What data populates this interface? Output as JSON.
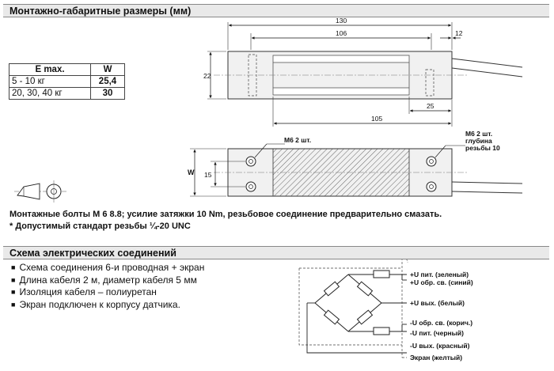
{
  "section1": {
    "title": "Монтажно-габаритные размеры (мм)"
  },
  "table": {
    "headers": [
      "E max.",
      "W"
    ],
    "rows": [
      {
        "range": "5 - 10 кг",
        "w": "25,4"
      },
      {
        "range": "20, 30, 40 кг",
        "w": "30"
      }
    ]
  },
  "dimensions": {
    "d130": "130",
    "d106": "106",
    "d12": "12",
    "d22": "22",
    "d25": "25",
    "d105": "105",
    "dW": "W",
    "d15": "15"
  },
  "thread_labels": {
    "left": "M6  2 шт.",
    "right": [
      "M6 2 шт.",
      "глубина",
      "резьбы 10"
    ]
  },
  "notes": {
    "bolts": "Монтажные болты  M 6 8.8; усилие затяжки 10 Nm, резьбовое соединение предварительно смазать.",
    "thread": "*  Допустимый стандарт резьбы  ¼-20 UNC"
  },
  "section2": {
    "title": "Схема электрических соединений"
  },
  "bullets": [
    "Схема соединения 6-и проводная + экран",
    "Длина кабеля 2 м, диаметр кабеля 5 мм",
    "Изоляция кабеля – полиуретан",
    "Экран подключен к корпусу датчика."
  ],
  "wires": [
    "+U пит. (зеленый)",
    "+U обр. св. (синий)",
    "+U вых. (белый)",
    "-U обр. св. (корич.)",
    "-U пит. (черный)",
    "-U вых. (красный)",
    "Экран (желтый)"
  ]
}
